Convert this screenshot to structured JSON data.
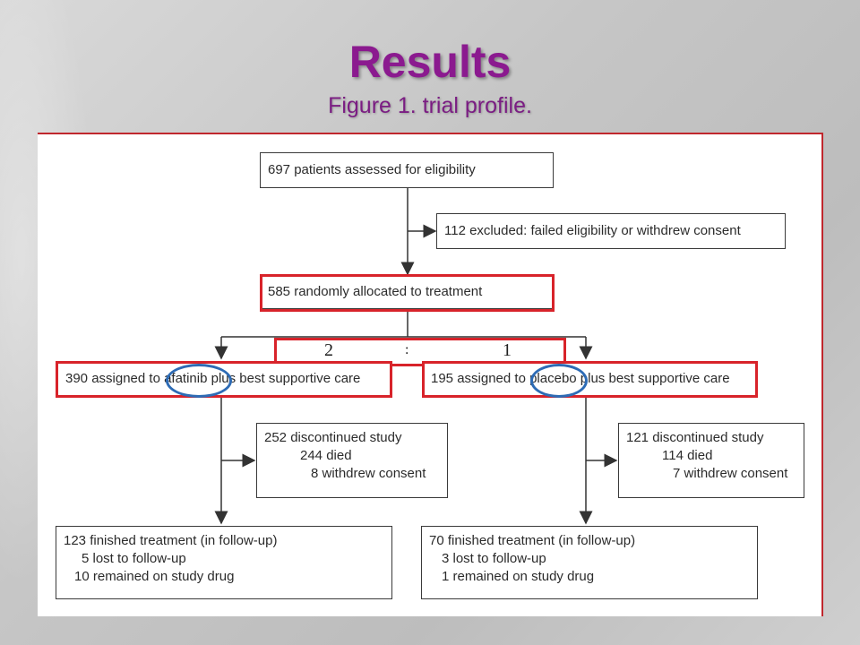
{
  "slide": {
    "title": "Results",
    "subtitle": "Figure 1.  trial profile."
  },
  "flow": {
    "assessed": "697 patients assessed for eligibility",
    "excluded": "112 excluded: failed eligibility or withdrew consent",
    "randomised": "585 randomly allocated to treatment",
    "ratio": {
      "left": "2",
      "sep": ":",
      "right": "1"
    },
    "afatinib_arm": {
      "assigned": "390 assigned to afatinib plus best supportive care",
      "discontinued": [
        "252 discontinued study",
        "244 died",
        "8 withdrew consent"
      ],
      "finished": [
        "123 finished treatment (in follow-up)",
        "5 lost to follow-up",
        "10 remained on study drug"
      ]
    },
    "placebo_arm": {
      "assigned": "195 assigned to placebo plus best supportive care",
      "discontinued": [
        "121 discontinued study",
        "114 died",
        "7 withdrew consent"
      ],
      "finished": [
        "70 finished treatment (in follow-up)",
        "3 lost to follow-up",
        "1 remained on study drug"
      ]
    }
  },
  "colors": {
    "title": "#8b1a8f",
    "highlight_red": "#d8232a",
    "circle_blue": "#2d6bb5"
  }
}
